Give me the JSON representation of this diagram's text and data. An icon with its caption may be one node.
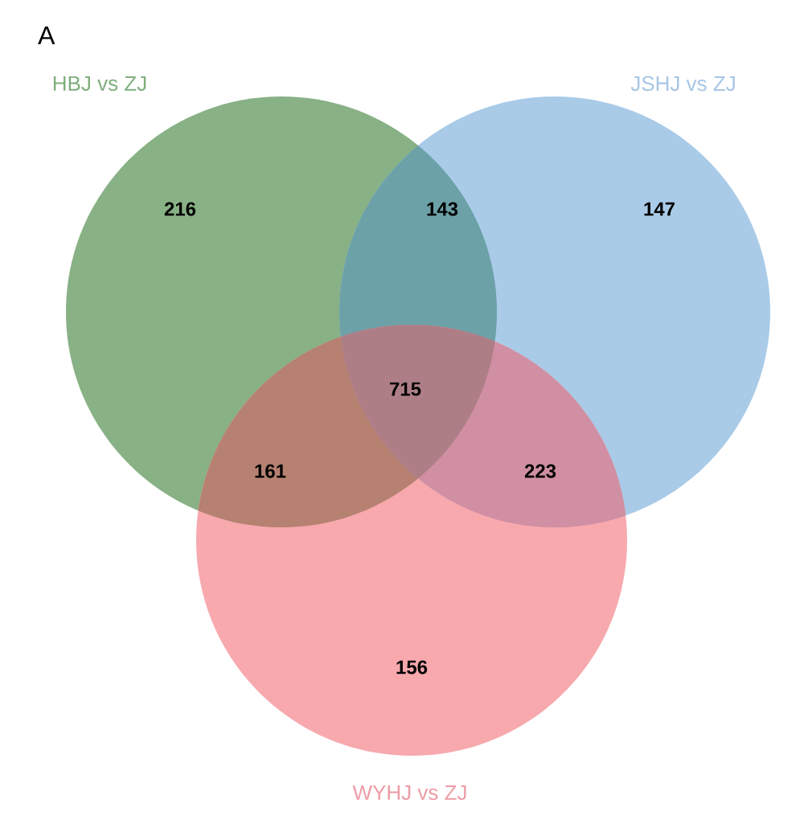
{
  "diagram": {
    "title": "A",
    "nodes": [
      {
        "text": [
          "HBJ vs ZJ"
        ]
      },
      {
        "text": [
          "JSHJ vs ZJ"
        ]
      },
      {
        "text": [
          "WYHJ vs ZJ"
        ]
      }
    ],
    "labels": [
      "216",
      "143",
      "147",
      "715",
      "161",
      "223",
      "156"
    ]
  }
}
